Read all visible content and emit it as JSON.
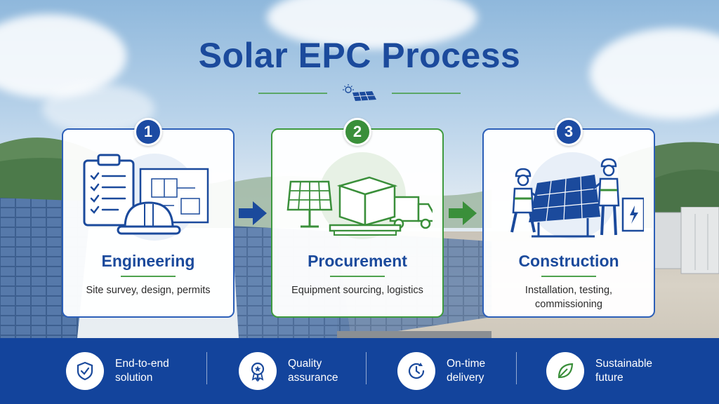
{
  "title": "Solar EPC Process",
  "colors": {
    "primary_blue": "#1b4a9c",
    "accent_green": "#3f9a3f",
    "footer_blue": "#13449c"
  },
  "steps": [
    {
      "number": "1",
      "title": "Engineering",
      "description": "Site survey, design, permits",
      "icon": "clipboard-blueprint-hardhat"
    },
    {
      "number": "2",
      "title": "Procurement",
      "description": "Equipment sourcing, logistics",
      "icon": "solar-panel-box-truck"
    },
    {
      "number": "3",
      "title": "Construction",
      "description": "Installation, testing,\ncommissioning",
      "icon": "workers-installing-panel"
    }
  ],
  "features": [
    {
      "line1": "End-to-end",
      "line2": "solution",
      "icon": "shield-check-icon"
    },
    {
      "line1": "Quality",
      "line2": "assurance",
      "icon": "award-ribbon-icon"
    },
    {
      "line1": "On-time",
      "line2": "delivery",
      "icon": "clock-icon"
    },
    {
      "line1": "Sustainable",
      "line2": "future",
      "icon": "leaf-icon"
    }
  ]
}
